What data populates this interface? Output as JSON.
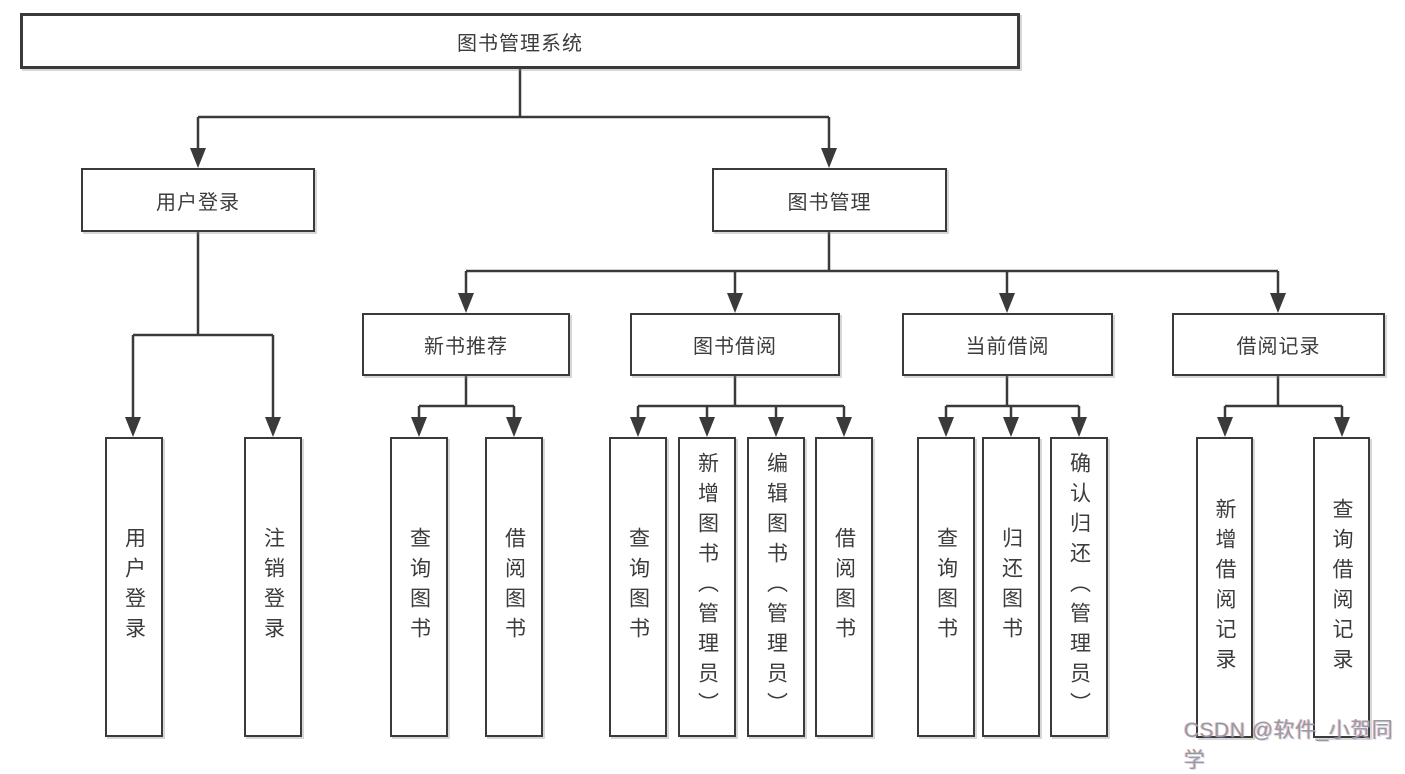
{
  "tree": {
    "label": "图书管理系统",
    "children": [
      {
        "label": "用户登录",
        "children": [
          {
            "label": "用户登录"
          },
          {
            "label": "注销登录"
          }
        ]
      },
      {
        "label": "图书管理",
        "children": [
          {
            "label": "新书推荐",
            "children": [
              {
                "label": "查询图书"
              },
              {
                "label": "借阅图书"
              }
            ]
          },
          {
            "label": "图书借阅",
            "children": [
              {
                "label": "查询图书"
              },
              {
                "label": "新增图书（管理员）"
              },
              {
                "label": "编辑图书（管理员）"
              },
              {
                "label": "借阅图书"
              }
            ]
          },
          {
            "label": "当前借阅",
            "children": [
              {
                "label": "查询图书"
              },
              {
                "label": "归还图书"
              },
              {
                "label": "确认归还（管理员）"
              }
            ]
          },
          {
            "label": "借阅记录",
            "children": [
              {
                "label": "新增借阅记录"
              },
              {
                "label": "查询借阅记录"
              }
            ]
          }
        ]
      }
    ]
  },
  "watermark": {
    "text": "CSDN @软件_小贺同学"
  },
  "colors": {
    "line": "#3a3a3a",
    "node_border": "#3a3a3a",
    "node_text": "#3c3c3c",
    "watermark": "#9b999c",
    "background": "#ffffff"
  }
}
